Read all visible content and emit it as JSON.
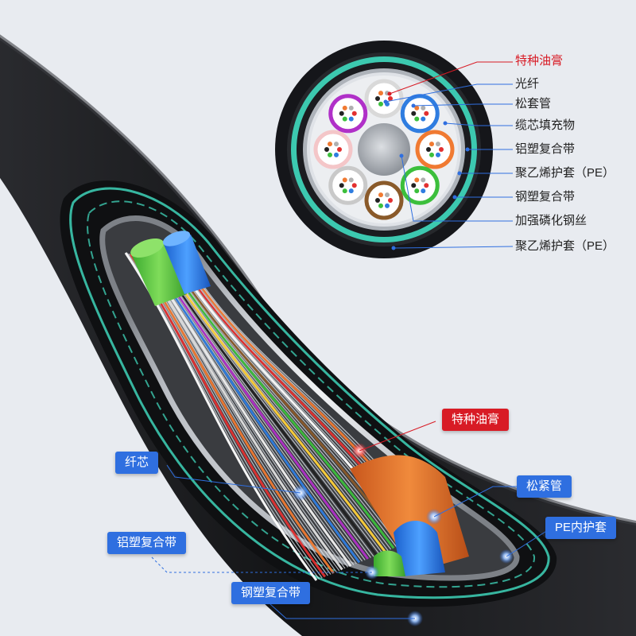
{
  "legend": {
    "items": [
      {
        "label": "特种油膏",
        "color": "#d81b25"
      },
      {
        "label": "光纤",
        "color": "#222222"
      },
      {
        "label": "松套管",
        "color": "#222222"
      },
      {
        "label": "缆芯填充物",
        "color": "#222222"
      },
      {
        "label": "铝塑复合带",
        "color": "#222222"
      },
      {
        "label": "聚乙烯护套（PE）",
        "color": "#222222"
      },
      {
        "label": "钢塑复合带",
        "color": "#222222"
      },
      {
        "label": "加强磷化钢丝",
        "color": "#222222"
      },
      {
        "label": "聚乙烯护套（PE）",
        "color": "#222222"
      }
    ]
  },
  "callouts": {
    "special_grease": "特种油膏",
    "loose_tube": "松紧管",
    "pe_inner_sheath": "PE内护套",
    "fiber_core": "纤芯",
    "aluminum_tape": "铝塑复合带",
    "steel_tape": "钢塑复合带"
  },
  "colors": {
    "accent_blue": "#2f6fe0",
    "accent_red": "#d81b25",
    "teal_ring": "#3cc9b0",
    "cable_black": "#1b1c1f",
    "background": "#e8ebf0"
  }
}
